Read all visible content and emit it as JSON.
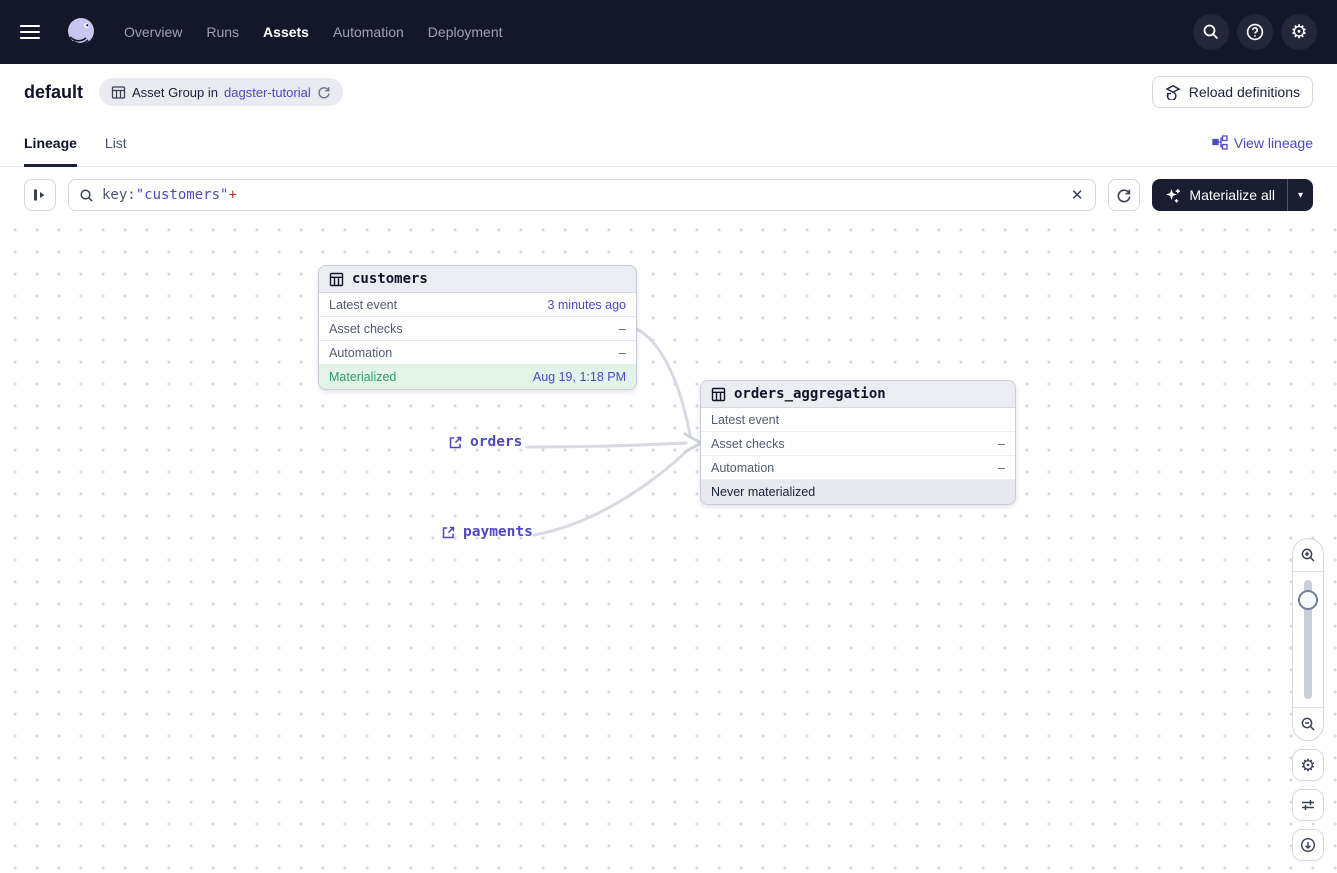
{
  "nav": {
    "items": [
      "Overview",
      "Runs",
      "Assets",
      "Automation",
      "Deployment"
    ],
    "active_item": "Assets"
  },
  "header": {
    "title": "default",
    "badge_prefix": "Asset Group in",
    "badge_link": "dagster-tutorial",
    "reload_label": "Reload definitions"
  },
  "tabs": {
    "items": [
      "Lineage",
      "List"
    ],
    "active_tab": "Lineage",
    "view_lineage_label": "View lineage"
  },
  "toolbar": {
    "search_key": "key:",
    "search_quoted": "\"customers\"",
    "search_plus": "+",
    "materialize_label": "Materialize all"
  },
  "graph": {
    "nodes": [
      {
        "title": "customers",
        "rows": [
          {
            "label": "Latest event",
            "value": "3 minutes ago"
          },
          {
            "label": "Asset checks",
            "value": "–"
          },
          {
            "label": "Automation",
            "value": "–"
          }
        ],
        "status": {
          "label": "Materialized",
          "value": "Aug 19, 1:18 PM"
        }
      },
      {
        "title": "orders_aggregation",
        "rows": [
          {
            "label": "Latest event",
            "value": ""
          },
          {
            "label": "Asset checks",
            "value": "–"
          },
          {
            "label": "Automation",
            "value": "–"
          }
        ],
        "status": {
          "label": "Never materialized",
          "value": ""
        }
      }
    ],
    "external_assets": [
      {
        "label": "orders"
      },
      {
        "label": "payments"
      }
    ]
  },
  "icons": {
    "clear": "✕",
    "caret_down": "▾",
    "gear": "⚙",
    "help": "?"
  },
  "colors": {
    "nav_bg": "#141729",
    "accent_link": "#4f46c8",
    "materialized_green": "#2e9e67",
    "status_green_bg": "#e2f3e8",
    "error_red": "#c0362c",
    "edge_gray": "#d8dae1"
  }
}
